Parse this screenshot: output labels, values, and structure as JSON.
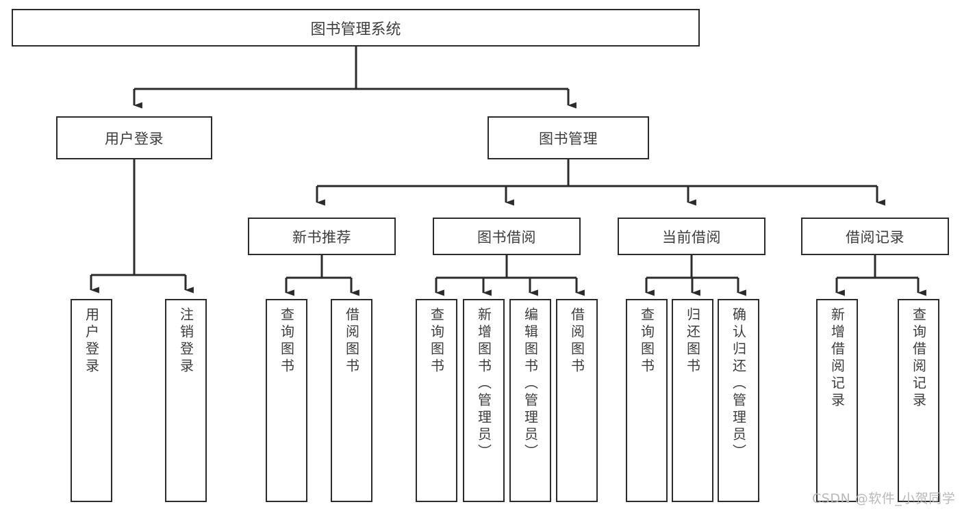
{
  "diagram": {
    "type": "tree-hierarchy",
    "title": "图书管理系统",
    "orientation": "top-down",
    "colors": {
      "box_border": "#2b2b2b",
      "box_fill": "#ffffff",
      "text": "#3d3d3d",
      "connector": "#2b2b2b",
      "watermark": "#b9b9b9",
      "background": "#ffffff"
    },
    "root": {
      "label": "图书管理系统"
    },
    "level2": [
      {
        "label": "用户登录"
      },
      {
        "label": "图书管理"
      }
    ],
    "level3": [
      {
        "label": "新书推荐"
      },
      {
        "label": "图书借阅"
      },
      {
        "label": "当前借阅"
      },
      {
        "label": "借阅记录"
      }
    ],
    "leaves": {
      "user_login": [
        {
          "label": "用户登录"
        },
        {
          "label": "注销登录"
        }
      ],
      "new_book_recommend": [
        {
          "label": "查询图书"
        },
        {
          "label": "借阅图书"
        }
      ],
      "book_borrow": [
        {
          "label": "查询图书"
        },
        {
          "label": "新增图书（管理员）"
        },
        {
          "label": "编辑图书（管理员）"
        },
        {
          "label": "借阅图书"
        }
      ],
      "current_borrow": [
        {
          "label": "查询图书"
        },
        {
          "label": "归还图书"
        },
        {
          "label": "确认归还（管理员）"
        }
      ],
      "borrow_record": [
        {
          "label": "新增借阅记录"
        },
        {
          "label": "查询借阅记录"
        }
      ]
    }
  },
  "watermark": {
    "text": "CSDN @软件_小贺同学"
  }
}
